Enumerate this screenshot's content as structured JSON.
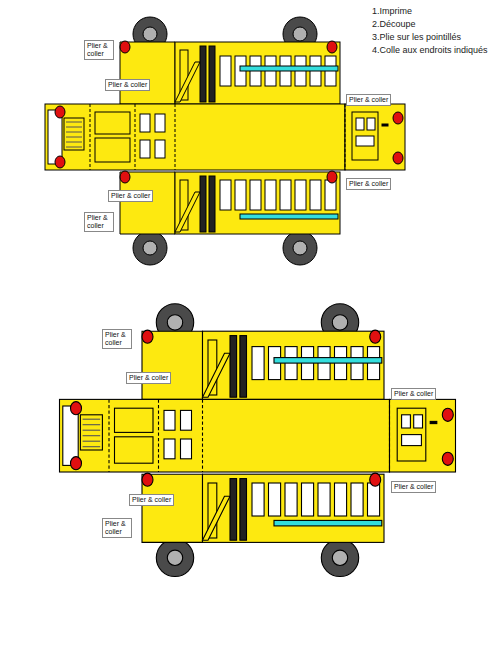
{
  "diagram": {
    "nodes": [
      {
        "text": [
          "Plier & coller"
        ]
      },
      {
        "text": [
          "Plier & coller"
        ]
      },
      {
        "text": [
          "Plier & coller"
        ]
      },
      {
        "text": [
          "Plier & coller"
        ]
      },
      {
        "text": [
          "Plier & coller"
        ]
      },
      {
        "text": [
          "Plier & coller"
        ]
      },
      {
        "text": [
          "Plier & coller"
        ]
      },
      {
        "text": [
          "Plier & coller"
        ]
      },
      {
        "text": [
          "Plier & coller"
        ]
      },
      {
        "text": [
          "Plier & coller"
        ]
      },
      {
        "text": [
          "Plier & coller"
        ]
      },
      {
        "text": [
          "Plier & coller"
        ]
      }
    ],
    "labels": [
      "1.Imprime",
      "2.Découpe",
      "3.Plie sur les pointillés",
      "4.Colle aux endroits indiqués"
    ]
  }
}
